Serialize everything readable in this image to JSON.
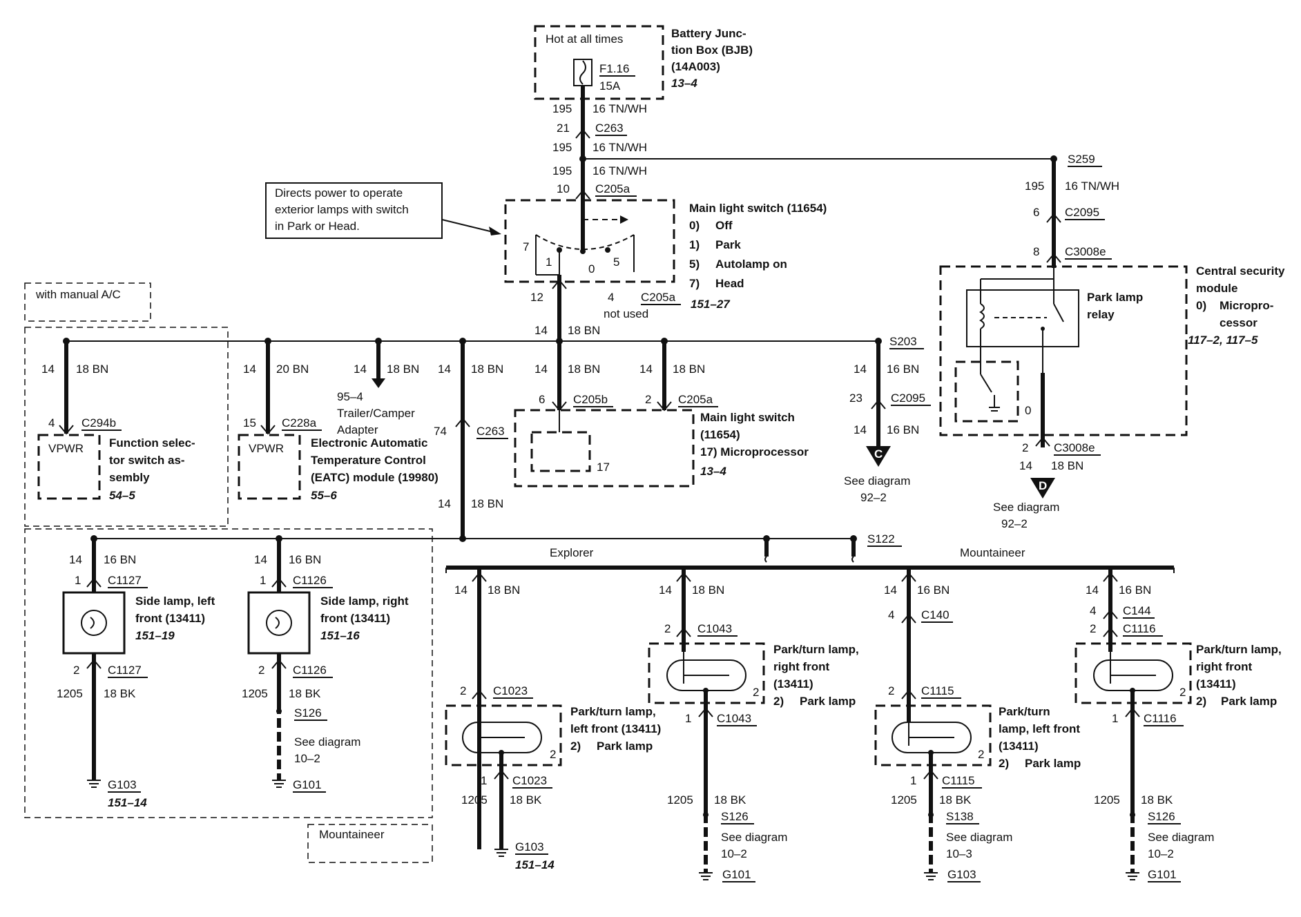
{
  "bjb": {
    "hot_label": "Hot at all times",
    "fuse_id": "F1.16",
    "fuse_rating": "15A",
    "title_line1": "Battery Junc-",
    "title_line2": "tion Box (BJB)",
    "title_line3": "(14A003)",
    "ref": "13–4"
  },
  "feed": {
    "c195a": "195",
    "wire_a": "16 TN/WH",
    "pin21": "21",
    "c263_top": "C263",
    "c195b": "195",
    "wire_b": "16 TN/WH",
    "c195c": "195",
    "wire_c": "16 TN/WH",
    "pin10": "10",
    "c205a_top": "C205a"
  },
  "note": {
    "line1": "Directs power to operate",
    "line2": "exterior lamps with switch",
    "line3": "in Park or Head."
  },
  "main_switch": {
    "title": "Main light switch (11654)",
    "opt0": "0)",
    "opt0_label": "Off",
    "opt1": "1)",
    "opt1_label": "Park",
    "opt5": "5)",
    "opt5_label": "Autolamp on",
    "opt7": "7)",
    "opt7_label": "Head",
    "ref": "151–27",
    "pos7": "7",
    "pos1": "1",
    "pos0": "0",
    "pos5": "5",
    "pin12": "12",
    "pin4": "4",
    "c205a_b": "C205a",
    "not_used": "not used"
  },
  "manual_ac": {
    "label": "with manual A/C"
  },
  "bus": {
    "c14": "14",
    "wire": "18 BN"
  },
  "function_selector": {
    "c14": "14",
    "wire": "18 BN",
    "pin4": "4",
    "conn": "C294b",
    "vpwr": "VPWR",
    "title_line1": "Function selec-",
    "title_line2": "tor switch as-",
    "title_line3": "sembly",
    "ref": "54–5"
  },
  "eatc": {
    "c14": "14",
    "wire": "20 BN",
    "pin15": "15",
    "conn": "C228a",
    "vpwr": "VPWR",
    "title_line1": "Electronic Automatic",
    "title_line2": "Temperature Control",
    "title_line3": "(EATC) module (19980)",
    "ref": "55–6"
  },
  "trailer": {
    "c14": "14",
    "wire": "18 BN",
    "ref": "95–4",
    "line1": "Trailer/Camper",
    "line2": "Adapter"
  },
  "c263_branch": {
    "c14": "14",
    "wire": "18 BN",
    "pin74": "74",
    "conn": "C263",
    "c14b": "14",
    "wire_b": "18 BN"
  },
  "main_switch_micro": {
    "c14a": "14",
    "wire_a": "18 BN",
    "pin6": "6",
    "conn_a": "C205b",
    "c14b": "14",
    "wire_b": "18 BN",
    "pin2": "2",
    "conn_b": "C205a",
    "pos17": "17",
    "title_line1": "Main light switch",
    "title_line2": "(11654)",
    "title_line3": "17)  Microprocessor",
    "ref": "13–4"
  },
  "s203": {
    "splice": "S203",
    "c14": "14",
    "wire": "16 BN",
    "pin23": "23",
    "conn": "C2095",
    "c14b": "14",
    "wire_b": "16 BN",
    "arrow": "C",
    "see": "See diagram",
    "ref": "92–2"
  },
  "s259_branch": {
    "splice": "S259",
    "c195": "195",
    "wire": "16 TN/WH",
    "pin6": "6",
    "conn_a": "C2095",
    "pin8": "8",
    "conn_b": "C3008e"
  },
  "csm": {
    "title_line1": "Central security",
    "title_line2": "module",
    "opt0": "0)",
    "opt0_line1": "Micropro-",
    "opt0_line2": "cessor",
    "ref": "117–2, 117–5",
    "relay_line1": "Park lamp",
    "relay_line2": "relay",
    "pos0": "0",
    "pin2": "2",
    "conn": "C3008e",
    "c14": "14",
    "wire": "18 BN",
    "arrow": "D",
    "see": "See diagram",
    "ref2": "92–2"
  },
  "s122": {
    "splice": "S122",
    "explorer": "Explorer",
    "mountaineer": "Mountaineer"
  },
  "side_left": {
    "c14": "14",
    "wire": "16 BN",
    "pin1": "1",
    "conn_top": "C1127",
    "title_line1": "Side lamp, left",
    "title_line2": "front (13411)",
    "ref": "151–19",
    "pin2": "2",
    "conn_bot": "C1127",
    "c1205": "1205",
    "wire_gnd": "18 BK",
    "ground": "G103",
    "ground_ref": "151–14"
  },
  "side_right": {
    "c14": "14",
    "wire": "16 BN",
    "pin1": "1",
    "conn_top": "C1126",
    "title_line1": "Side lamp, right",
    "title_line2": "front (13411)",
    "ref": "151–16",
    "pin2": "2",
    "conn_bot": "C1126",
    "c1205": "1205",
    "wire_gnd": "18 BK",
    "splice": "S126",
    "see_line1": "See diagram",
    "see_line2": "10–2",
    "ground": "G101"
  },
  "mountaineer_box": {
    "label": "Mountaineer"
  },
  "exp_left": {
    "c14": "14",
    "wire": "18 BN",
    "pin2": "2",
    "conn_top": "C1023",
    "title_line1": "Park/turn lamp,",
    "title_line2": "left front (13411)",
    "opt2": "2)",
    "opt2_label": "Park lamp",
    "pos2": "2",
    "pin1": "1",
    "conn_bot": "C1023",
    "c1205": "1205",
    "wire_gnd": "18 BK",
    "ground": "G103",
    "ground_ref": "151–14"
  },
  "exp_right": {
    "c14": "14",
    "wire": "18 BN",
    "pin2": "2",
    "conn_top": "C1043",
    "title_line1": "Park/turn lamp,",
    "title_line2": "right front",
    "title_line3": "(13411)",
    "opt2": "2)",
    "opt2_label": "Park lamp",
    "pos2": "2",
    "pin1": "1",
    "conn_bot": "C1043",
    "c1205": "1205",
    "wire_gnd": "18 BK",
    "splice": "S126",
    "see_line1": "See diagram",
    "see_line2": "10–2",
    "ground": "G101"
  },
  "mtn_left": {
    "c14": "14",
    "wire": "16 BN",
    "pin4": "4",
    "conn_c140": "C140",
    "pin2": "2",
    "conn_top": "C1115",
    "title_line1": "Park/turn",
    "title_line2": "lamp, left front",
    "title_line3": "(13411)",
    "opt2": "2)",
    "opt2_label": "Park lamp",
    "pos2": "2",
    "pin1": "1",
    "conn_bot": "C1115",
    "c1205": "1205",
    "wire_gnd": "18 BK",
    "splice": "S138",
    "see_line1": "See diagram",
    "see_line2": "10–3",
    "ground": "G103"
  },
  "mtn_right": {
    "c14": "14",
    "wire": "16 BN",
    "pin4": "4",
    "conn_c144": "C144",
    "pin2": "2",
    "conn_top": "C1116",
    "title_line1": "Park/turn lamp,",
    "title_line2": "right front",
    "title_line3": "(13411)",
    "opt2": "2)",
    "opt2_label": "Park lamp",
    "pos2": "2",
    "pin1": "1",
    "conn_bot": "C1116",
    "c1205": "1205",
    "wire_gnd": "18 BK",
    "splice": "S126",
    "see_line1": "See diagram",
    "see_line2": "10–2",
    "ground": "G101"
  }
}
